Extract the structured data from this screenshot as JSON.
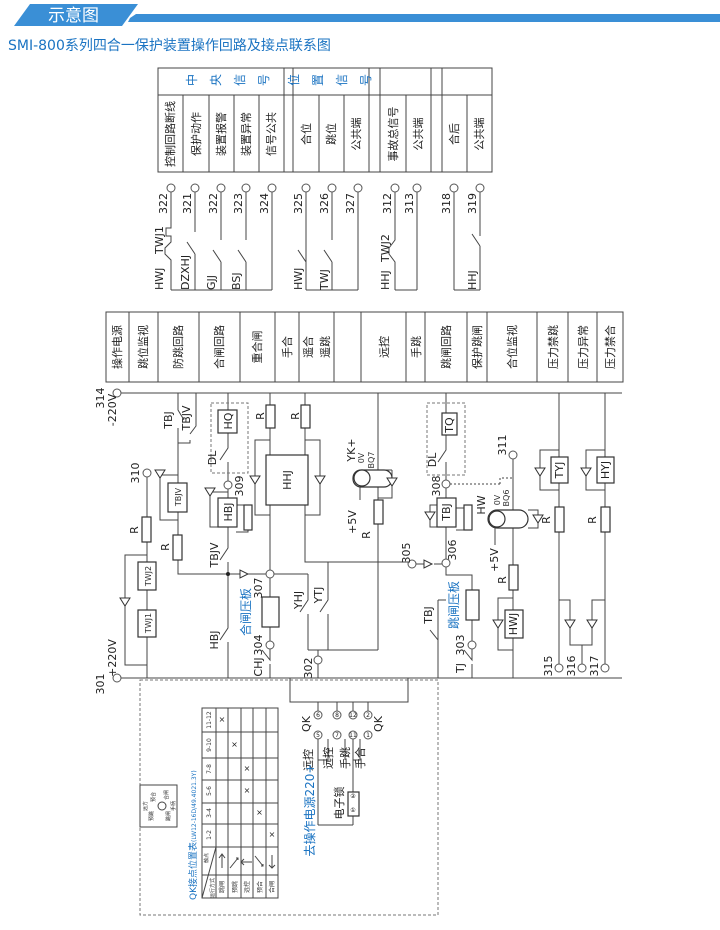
{
  "header": {
    "banner": "示意图",
    "title": "SMI-800系列四合一保护装置操作回路及接点联系图",
    "accent_color": "#3a8fd6"
  },
  "signal_table": {
    "groups": [
      "中央信号",
      "位置信号"
    ],
    "cells": [
      "控制回路断线",
      "保护动作",
      "装置报警",
      "装置异常",
      "信号公共",
      "合位",
      "跳位",
      "公共端",
      "事故总信号",
      "公共端",
      "合后",
      "公共端"
    ],
    "terminals": [
      "322",
      "321",
      "322",
      "323",
      "324",
      "325",
      "326",
      "327",
      "312",
      "313",
      "318",
      "319"
    ],
    "contacts": [
      "HWJ",
      "TWJ1",
      "DZXHJ",
      "GJJ",
      "BSJ",
      "HWJ",
      "TWJ",
      "HHJ",
      "TWJ2",
      "HHJ"
    ]
  },
  "function_table": [
    "操作电源",
    "跳位监视",
    "防跳回路",
    "合闸回路",
    "重合闸",
    "手合",
    "遥合",
    "遥跳",
    "远控",
    "手跳",
    "跳闸回路",
    "保护跳闸",
    "合位监视",
    "压力禁跳",
    "压力异常",
    "压力禁合"
  ],
  "circuit": {
    "t314": "314",
    "neg220": "-220V",
    "t301": "301",
    "pos220": "+220V",
    "t310": "310",
    "twj1": "TWJ1",
    "twj2": "TWJ2",
    "r": "R",
    "tbj": "TBJ",
    "tbjv": "TBJV",
    "hq": "HQ",
    "dl": "DL",
    "t309": "309",
    "hbj": "HBJ",
    "hhj": "HHJ",
    "t307": "307",
    "he_ya_ban": "合闸压板",
    "t304": "304",
    "chj": "CHJ",
    "t302": "302",
    "yhj": "YHJ",
    "ytj": "YTJ",
    "yk": "YK+",
    "v0": "0V",
    "bq7": "BQ7",
    "v5": "+5V",
    "t305": "305",
    "t306": "306",
    "tq": "TQ",
    "t308": "308",
    "tiao_ya_ban": "跳闸压板",
    "t303": "303",
    "tj": "TJ",
    "t311": "311",
    "hw": "HW",
    "bq6": "BQ6",
    "hwj": "HWJ",
    "tyj": "TYJ",
    "hyj": "HYJ",
    "t315": "315",
    "t316": "316",
    "t317": "317"
  },
  "qk": {
    "power_label": "去操作电源220+",
    "qk": "QK",
    "pins_top": [
      "6",
      "8",
      "12",
      "2"
    ],
    "pins_bottom": [
      "5",
      "7",
      "11",
      "1"
    ],
    "pin_labels": [
      "远控",
      "远控",
      "手跳",
      "手合"
    ],
    "lock": "电子锁",
    "lock_pins": [
      "①",
      "②"
    ],
    "table_title": "QK接点位置表",
    "table_model": "(LW12-16D/49.4021.3Y)",
    "contacts_header": "触点",
    "mode_header": "运行方式",
    "contacts": [
      "11-12",
      "9-10",
      "7-8",
      "5-6",
      "3-4",
      "1-2"
    ],
    "modes": [
      "跳闸",
      "预跳",
      "远控",
      "预合",
      "合闸"
    ],
    "mark": "×",
    "marks": [
      [
        0
      ],
      [
        1
      ],
      [
        2,
        3
      ],
      [
        4
      ],
      [
        5
      ]
    ],
    "dial": [
      "远方",
      "预跳",
      "预合",
      "跳闸",
      "合闸",
      "手柄"
    ]
  }
}
